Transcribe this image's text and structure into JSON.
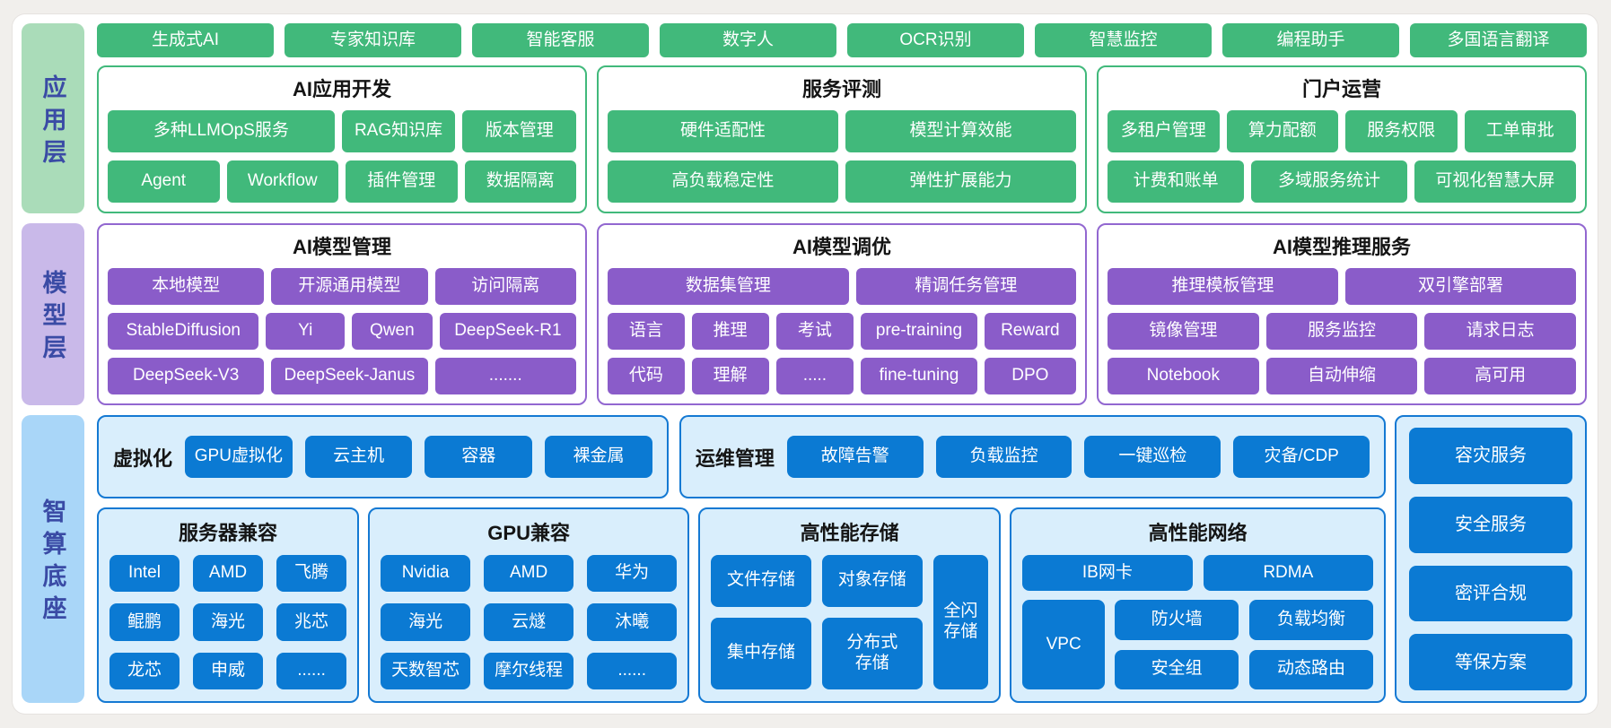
{
  "app": {
    "label": "应用层",
    "top": [
      "生成式AI",
      "专家知识库",
      "智能客服",
      "数字人",
      "OCR识别",
      "智慧监控",
      "编程助手",
      "多国语言翻译"
    ],
    "dev": {
      "title": "AI应用开发",
      "r1": [
        "多种LLMOpS服务",
        "RAG知识库",
        "版本管理"
      ],
      "r2": [
        "Agent",
        "Workflow",
        "插件管理",
        "数据隔离"
      ]
    },
    "eval": {
      "title": "服务评测",
      "r1": [
        "硬件适配性",
        "模型计算效能"
      ],
      "r2": [
        "高负载稳定性",
        "弹性扩展能力"
      ]
    },
    "portal": {
      "title": "门户运营",
      "r1": [
        "多租户管理",
        "算力配额",
        "服务权限",
        "工单审批"
      ],
      "r2": [
        "计费和账单",
        "多域服务统计",
        "可视化智慧大屏"
      ]
    }
  },
  "model": {
    "label": "模型层",
    "mgmt": {
      "title": "AI模型管理",
      "r1": [
        "本地模型",
        "开源通用模型",
        "访问隔离"
      ],
      "r2": [
        "StableDiffusion",
        "Yi",
        "Qwen",
        "DeepSeek-R1"
      ],
      "r3": [
        "DeepSeek-V3",
        "DeepSeek-Janus",
        "......."
      ]
    },
    "tune": {
      "title": "AI模型调优",
      "r1": [
        "数据集管理",
        "精调任务管理"
      ],
      "r2": [
        "语言",
        "推理",
        "考试",
        "pre-training",
        "Reward"
      ],
      "r3": [
        "代码",
        "理解",
        ".....",
        "fine-tuning",
        "DPO"
      ]
    },
    "infer": {
      "title": "AI模型推理服务",
      "r1": [
        "推理模板管理",
        "双引擎部署"
      ],
      "r2": [
        "镜像管理",
        "服务监控",
        "请求日志"
      ],
      "r3": [
        "Notebook",
        "自动伸缩",
        "高可用"
      ]
    }
  },
  "base": {
    "label": "智算底座",
    "virt": {
      "label": "虚拟化",
      "items": [
        "GPU虚拟化",
        "云主机",
        "容器",
        "裸金属"
      ]
    },
    "ops": {
      "label": "运维管理",
      "items": [
        "故障告警",
        "负载监控",
        "一键巡检",
        "灾备/CDP"
      ]
    },
    "server": {
      "title": "服务器兼容",
      "items": [
        "Intel",
        "AMD",
        "飞腾",
        "鲲鹏",
        "海光",
        "兆芯",
        "龙芯",
        "申威",
        "......"
      ]
    },
    "gpu": {
      "title": "GPU兼容",
      "items": [
        "Nvidia",
        "AMD",
        "华为",
        "海光",
        "云燧",
        "沐曦",
        "天数智芯",
        "摩尔线程",
        "......"
      ]
    },
    "storage": {
      "title": "高性能存储",
      "file": "文件存储",
      "object": "对象存储",
      "flash": "全闪存储",
      "central": "集中存储",
      "distributed": "分布式存储"
    },
    "network": {
      "title": "高性能网络",
      "r1": [
        "IB网卡",
        "RDMA"
      ],
      "vpc": "VPC",
      "grid": [
        "防火墙",
        "负载均衡",
        "安全组",
        "动态路由"
      ]
    },
    "security": {
      "items": [
        "容灾服务",
        "安全服务",
        "密评合规",
        "等保方案"
      ]
    }
  },
  "colors": {
    "green": "#41b97b",
    "light_green": "#aadcb9",
    "purple": "#8a5cc9",
    "purple_border": "#9267d0",
    "light_purple": "#c9b9e9",
    "blue": "#0b7ad3",
    "panel_blue": "#d9eefc",
    "panel_border": "#1479d3",
    "light_blue": "#a9d6f8",
    "layer_label_text": "#3a4ba5",
    "page_bg": "#f1efec"
  }
}
